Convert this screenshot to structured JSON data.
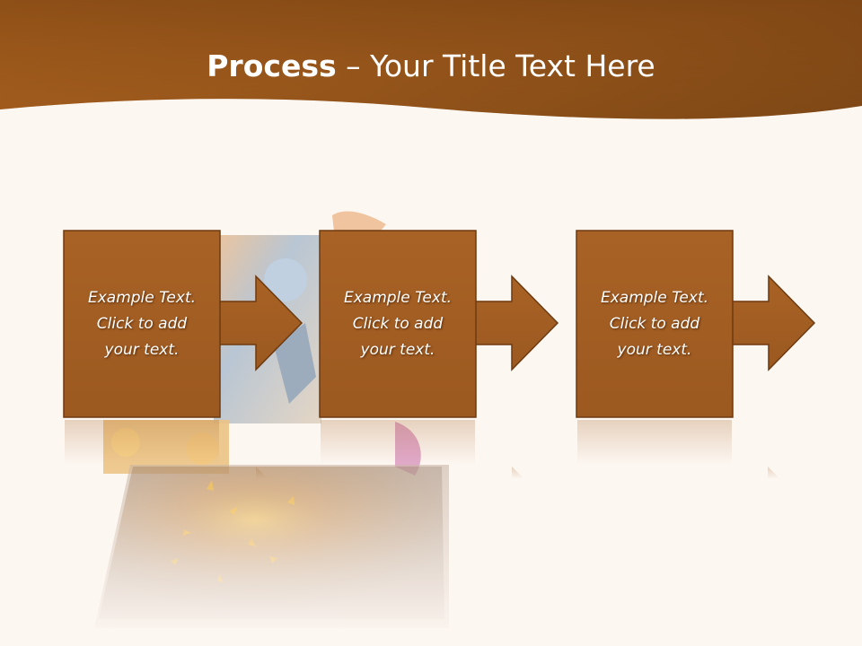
{
  "slide": {
    "title_bold": "Process",
    "title_separator": " – ",
    "title_rest": "Your Title Text Here"
  },
  "steps": [
    {
      "text": "Example Text.\nClick  to add\nyour text."
    },
    {
      "text": "Example Text.\nClick  to add\nyour text."
    },
    {
      "text": "Example Text.\nClick  to add\nyour text."
    }
  ],
  "colors": {
    "header_dark": "#6b3a10",
    "header_light": "#b86a1e",
    "box_fill": "#a35f22",
    "box_border": "#6e3a10",
    "background": "#fdf7f2"
  }
}
